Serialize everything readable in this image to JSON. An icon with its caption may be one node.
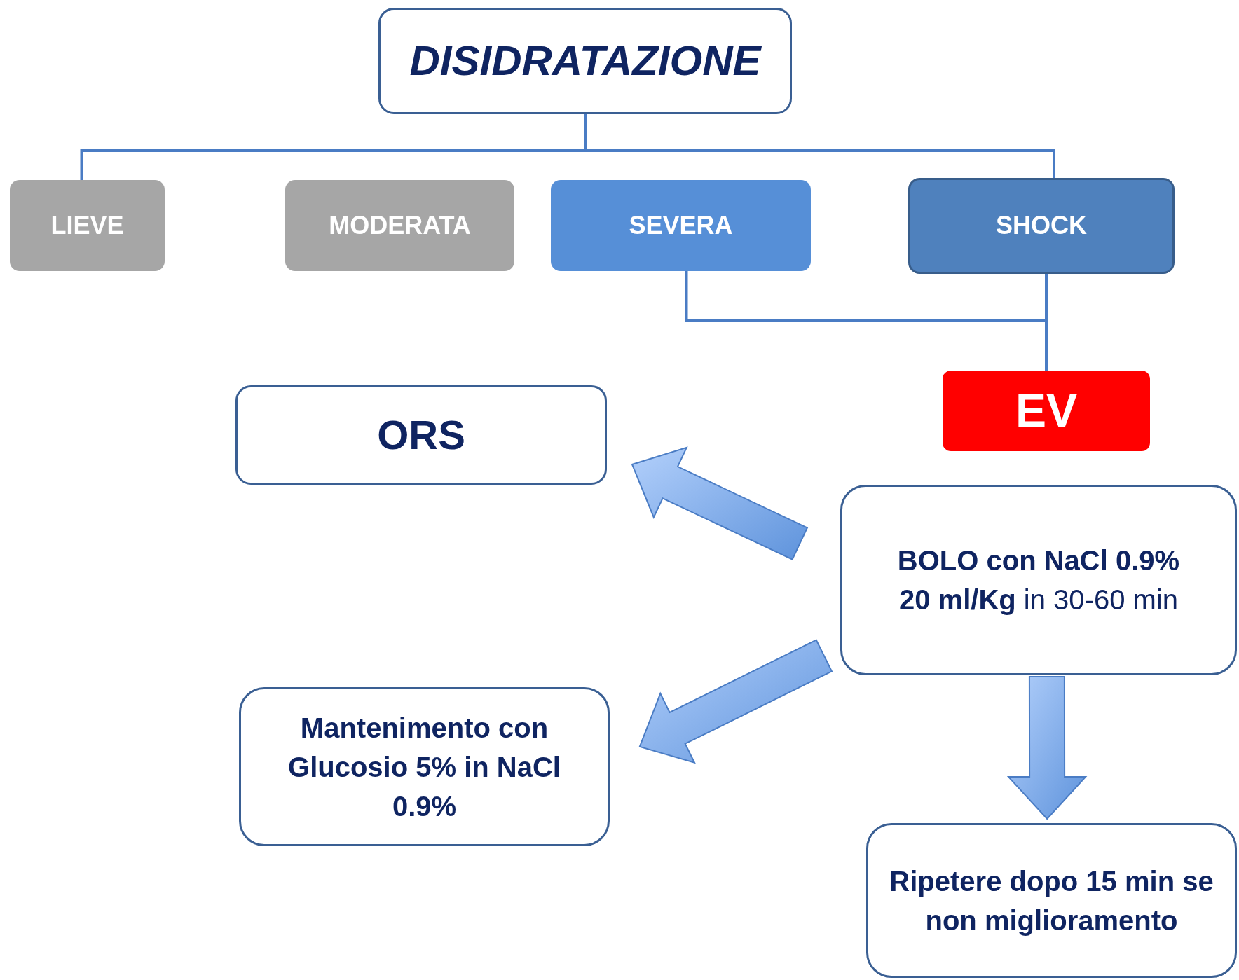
{
  "diagram": {
    "nodes": [
      {
        "text": [
          "DISIDRATAZIONE"
        ]
      },
      {
        "text": [
          "LIEVE"
        ]
      },
      {
        "text": [
          "MODERATA"
        ]
      },
      {
        "text": [
          "SEVERA"
        ]
      },
      {
        "text": [
          "SHOCK"
        ]
      },
      {
        "text": [
          "ORS"
        ]
      },
      {
        "text": [
          "EV"
        ]
      },
      {
        "text": [
          "BOLO con NaCl 0.9%",
          "**20 ml/Kg** in 30-60 min"
        ]
      },
      {
        "text": [
          "Mantenimento con Glucosio 5% in NaCl 0.9%"
        ]
      },
      {
        "text": [
          "Ripetere dopo 15 min se non miglioramento"
        ]
      }
    ],
    "edges": [
      {
        "from": 0,
        "to": 1,
        "arrow": "none"
      },
      {
        "from": 0,
        "to": 4,
        "arrow": "none"
      },
      {
        "from": 3,
        "to": 6,
        "arrow": "none"
      },
      {
        "from": 4,
        "to": 6,
        "arrow": "none"
      },
      {
        "from": 7,
        "to": 5,
        "arrow": "to",
        "style": "thick"
      },
      {
        "from": 7,
        "to": 8,
        "arrow": "to",
        "style": "thick"
      },
      {
        "from": 7,
        "to": 9,
        "arrow": "to",
        "style": "thick"
      }
    ]
  }
}
